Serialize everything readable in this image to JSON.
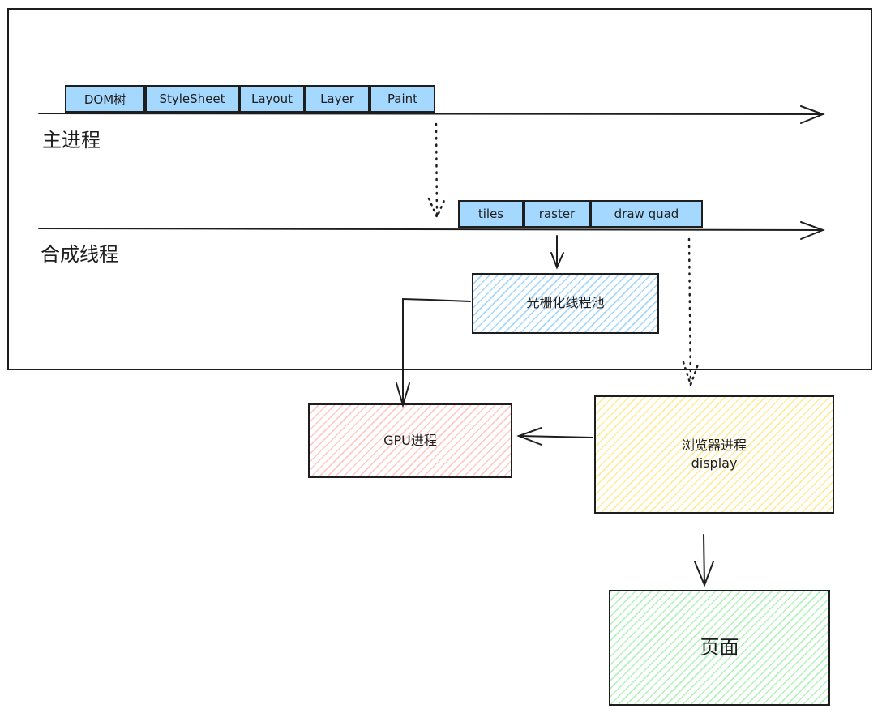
{
  "main_thread": {
    "label": "主进程",
    "steps": [
      "DOM树",
      "StyleSheet",
      "Layout",
      "Layer",
      "Paint"
    ]
  },
  "compositor_thread": {
    "label": "合成线程",
    "steps": [
      "tiles",
      "raster",
      "draw quad"
    ]
  },
  "boxes": {
    "raster_pool": {
      "label": "光栅化线程池",
      "color": "#a5d8ff"
    },
    "gpu_process": {
      "label": "GPU进程",
      "color": "#ffc9c9"
    },
    "browser_process": {
      "label": "浏览器进程",
      "sublabel": "display",
      "color": "#ffec99"
    },
    "page": {
      "label": "页面",
      "color": "#b2f2bb"
    }
  },
  "colors": {
    "stroke": "#1e1e1e",
    "step_fill": "#a5d8ff"
  }
}
